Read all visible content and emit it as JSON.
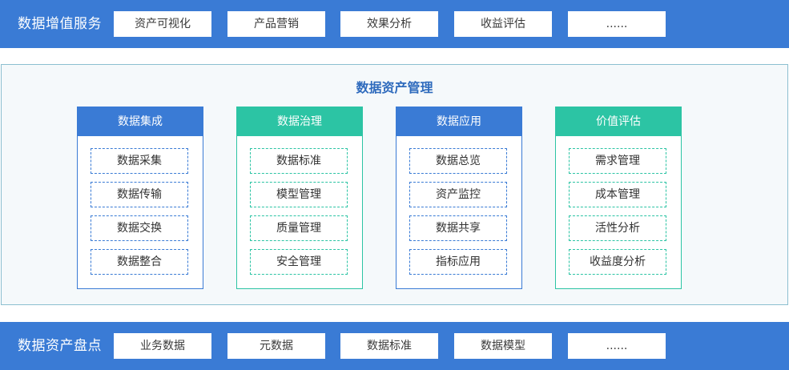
{
  "top_band": {
    "title": "数据增值服务",
    "items": [
      "资产可视化",
      "产品营销",
      "效果分析",
      "收益评估",
      "......"
    ]
  },
  "panel": {
    "title": "数据资产管理",
    "columns": [
      {
        "title": "数据集成",
        "color": "#3a7bd5",
        "items": [
          "数据采集",
          "数据传输",
          "数据交换",
          "数据整合"
        ]
      },
      {
        "title": "数据治理",
        "color": "#2cc4a4",
        "items": [
          "数据标准",
          "模型管理",
          "质量管理",
          "安全管理"
        ]
      },
      {
        "title": "数据应用",
        "color": "#3a7bd5",
        "items": [
          "数据总览",
          "资产监控",
          "数据共享",
          "指标应用"
        ]
      },
      {
        "title": "价值评估",
        "color": "#2cc4a4",
        "items": [
          "需求管理",
          "成本管理",
          "活性分析",
          "收益度分析"
        ]
      }
    ]
  },
  "bottom_band": {
    "title": "数据资产盘点",
    "items": [
      "业务数据",
      "元数据",
      "数据标准",
      "数据模型",
      "......"
    ]
  },
  "colors": {
    "band": "#3a7bd5",
    "teal": "#2cc4a4",
    "panel_border": "#8cbfd0",
    "panel_bg": "#f5f9fb"
  }
}
